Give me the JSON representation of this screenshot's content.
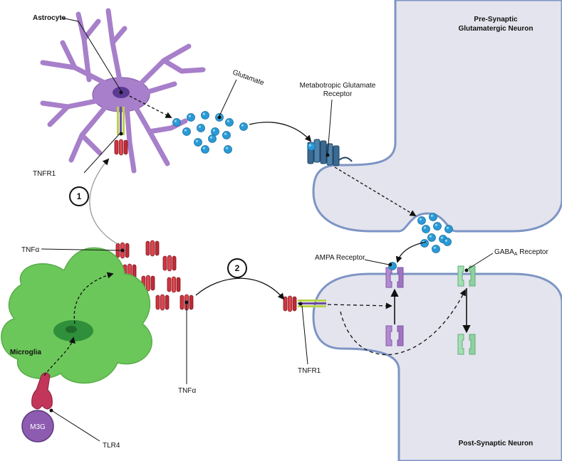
{
  "labels": {
    "astrocyte": "Astrocyte",
    "glutamate": "Glutamate",
    "pre_line1": "Pre-Synaptic",
    "pre_line2": "Glutamatergic Neuron",
    "mglur_line1": "Metabotropic Glutamate",
    "mglur_line2": "Receptor",
    "tnfr1_top": "TNFR1",
    "tnfa_left": "TNFα",
    "step1": "1",
    "step2": "2",
    "ampa": "AMPA Receptor",
    "gaba_prefix": "GABA",
    "gaba_sub": "A",
    "gaba_suffix": " Receptor",
    "microglia": "Microglia",
    "tnfa_bottom": "TNFα",
    "tnfr1_bottom": "TNFR1",
    "m3g": "M3G",
    "tlr4": "TLR4",
    "post": "Post-Synaptic Neuron"
  },
  "colors": {
    "astrocyte": "#a77fca",
    "astrocyte_nucleus": "#5b3a93",
    "microglia": "#6cc75a",
    "microglia_nucleus": "#2f8f3a",
    "neuron_fill": "#e4e4ee",
    "neuron_stroke": "#7d95c4",
    "glutamate": "#2a9ad6",
    "tnfa": "#cc3340",
    "receptor_blue": "#3a6a93",
    "ampa": "#b58ad2",
    "gaba": "#9ed8ae",
    "tlr4": "#c2365a",
    "m3g": "#8d5cb0"
  }
}
